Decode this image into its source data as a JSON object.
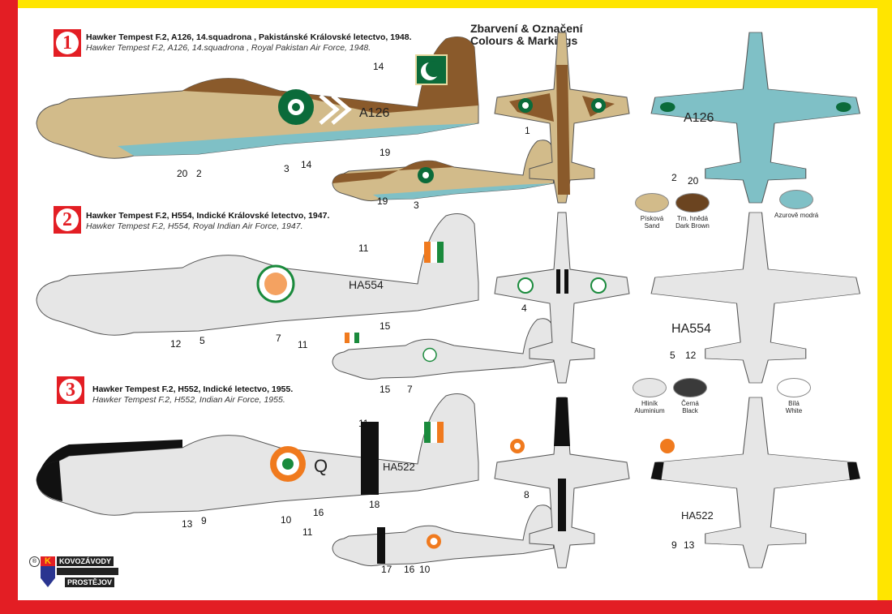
{
  "heading": {
    "line1": "Zbarvení & Označení",
    "line2": "Colours & Markings"
  },
  "schemes": [
    {
      "number": "1",
      "title_cz": "Hawker Tempest F.2, A126, 14.squadrona , Pakistánské Královské letectvo, 1948.",
      "title_en": "Hawker Tempest F.2, A126, 14.squadrona , Royal Pakistan Air Force, 1948.",
      "serial": "A126",
      "callouts": [
        "14",
        "1",
        "20",
        "2",
        "3",
        "19",
        "14",
        "19",
        "3",
        "2",
        "20"
      ]
    },
    {
      "number": "2",
      "title_cz": "Hawker Tempest F.2, H554, Indické  Královské letectvo, 1947.",
      "title_en": "Hawker Tempest F.2, H554, Royal Indian Air Force, 1947.",
      "serial": "HA554",
      "callouts": [
        "11",
        "4",
        "15",
        "12",
        "5",
        "7",
        "11",
        "15",
        "7",
        "5",
        "12"
      ]
    },
    {
      "number": "3",
      "title_cz": "Hawker Tempest F.2, H552, Indické letectvo, 1955.",
      "title_en": "Hawker Tempest F.2, H552, Indian Air Force, 1955.",
      "serial": "HA522",
      "code": "Q",
      "callouts": [
        "11",
        "8",
        "16",
        "18",
        "13",
        "9",
        "10",
        "11",
        "17",
        "16",
        "10",
        "9",
        "13"
      ]
    }
  ],
  "swatches": [
    {
      "cz": "Písková",
      "en": "Sand",
      "color": "#d2bb8a"
    },
    {
      "cz": "Tm. hnědá",
      "en": "Dark Brown",
      "color": "#6b4420"
    },
    {
      "cz": "Azurově modrá",
      "en": "",
      "color": "#7fc0c6"
    },
    {
      "cz": "Hliník",
      "en": "Aluminium",
      "color": "#e6e6e6"
    },
    {
      "cz": "Černá",
      "en": "Black",
      "color": "#3a3a3a"
    },
    {
      "cz": "Bílá",
      "en": "White",
      "color": "#ffffff"
    }
  ],
  "logo": {
    "text1": "KOVOZÁVODY",
    "text2": "PROSTĚJOV",
    "mark": "K",
    "reg": "®"
  },
  "colors": {
    "border_red": "#e31e24",
    "border_yellow": "#ffe500",
    "pak_green": "#0b6b3a",
    "india_saffron": "#f07a1e",
    "india_green": "#1a8a3c"
  }
}
